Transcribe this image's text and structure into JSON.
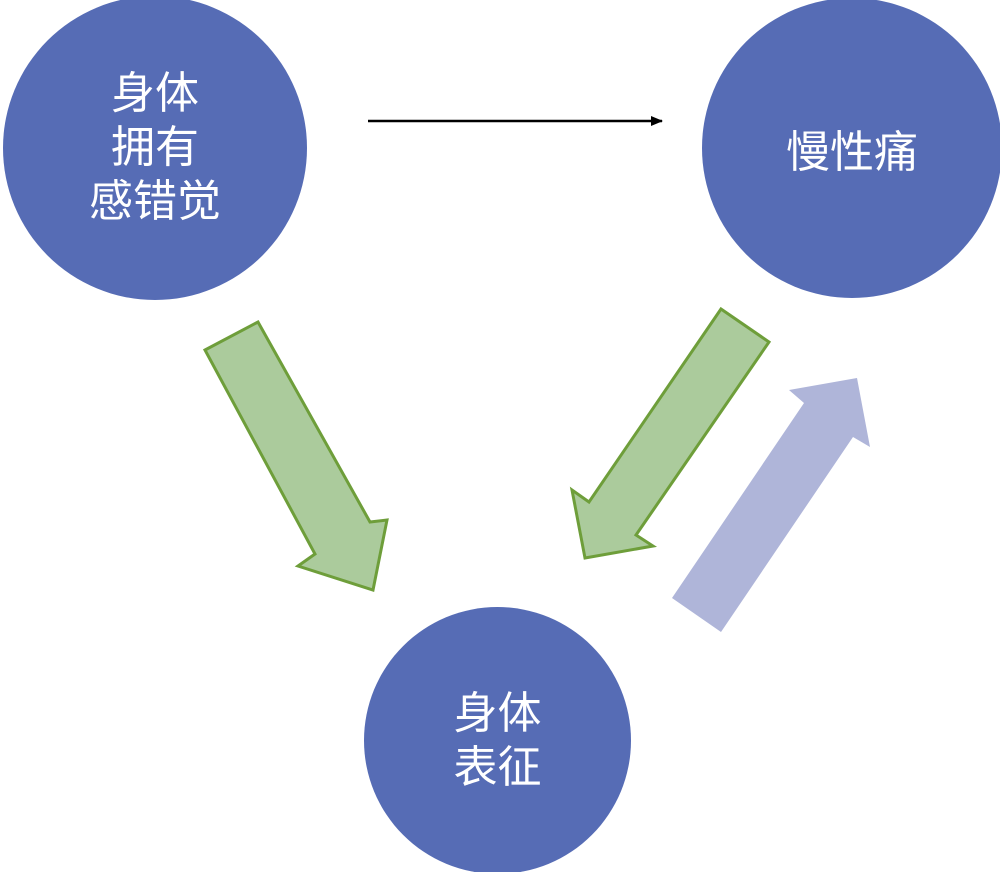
{
  "colors": {
    "node": "#566cb5",
    "green_fill": "#abcb9c",
    "green_stroke": "#6e9e3a",
    "purple_fill": "#afb5d9",
    "arrow": "#000000"
  },
  "nodes": {
    "body_ownership_illusion": {
      "lines": [
        "身体",
        "拥有",
        "感错觉"
      ]
    },
    "chronic_pain": {
      "lines": [
        "慢性痛"
      ]
    },
    "body_representation": {
      "lines": [
        "身体",
        "表征"
      ]
    }
  }
}
